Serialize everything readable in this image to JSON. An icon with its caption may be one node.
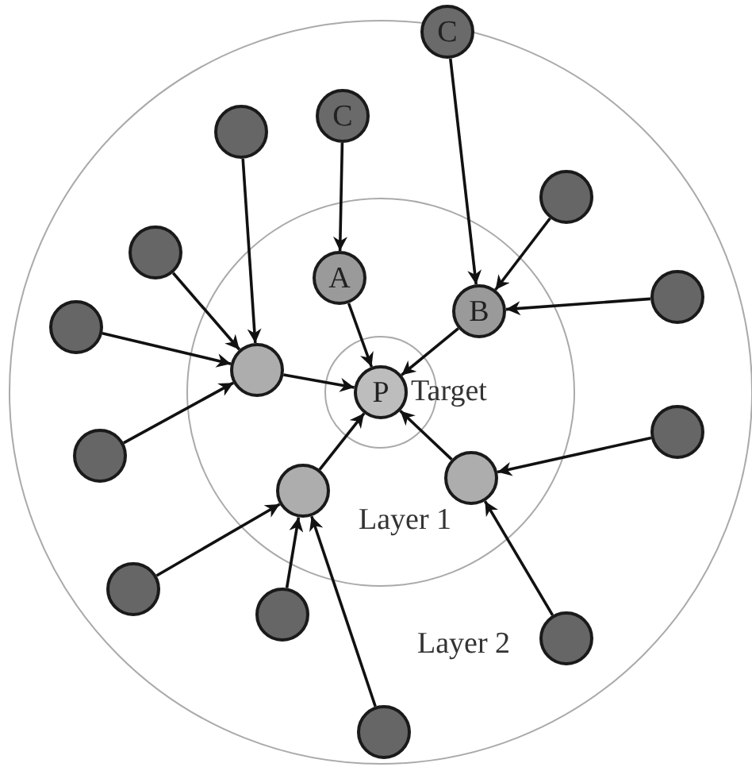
{
  "diagram": {
    "nodes": [
      {
        "text": [
          "P"
        ],
        "beside": [
          "Target"
        ]
      },
      {
        "text": [
          "A"
        ]
      },
      {
        "text": [
          "B"
        ]
      },
      {
        "text": [
          "C"
        ]
      },
      {
        "text": [
          "C"
        ]
      },
      {
        "text": [],
        "shape": "circle"
      },
      {
        "text": [],
        "shape": "circle"
      },
      {
        "text": [],
        "shape": "circle"
      },
      {
        "text": [],
        "shape": "circle"
      },
      {
        "text": [],
        "shape": "circle"
      },
      {
        "text": [],
        "shape": "circle"
      },
      {
        "text": [],
        "shape": "circle"
      },
      {
        "text": [],
        "shape": "circle"
      },
      {
        "text": [],
        "shape": "circle"
      },
      {
        "text": [],
        "shape": "circle"
      },
      {
        "text": [],
        "shape": "circle"
      },
      {
        "text": [],
        "shape": "circle"
      },
      {
        "text": [],
        "shape": "circle"
      },
      {
        "text": [],
        "shape": "circle"
      }
    ],
    "edges": [
      {
        "from": 3,
        "to": 1,
        "arrow": "to"
      },
      {
        "from": 1,
        "to": 0,
        "arrow": "to"
      },
      {
        "from": 4,
        "to": 2,
        "arrow": "to"
      },
      {
        "from": 9,
        "to": 2,
        "arrow": "to"
      },
      {
        "from": 11,
        "to": 2,
        "arrow": "to"
      },
      {
        "from": 2,
        "to": 0,
        "arrow": "to"
      },
      {
        "from": 8,
        "to": 5,
        "arrow": "to"
      },
      {
        "from": 10,
        "to": 5,
        "arrow": "to"
      },
      {
        "from": 12,
        "to": 5,
        "arrow": "to"
      },
      {
        "from": 14,
        "to": 5,
        "arrow": "to"
      },
      {
        "from": 5,
        "to": 0,
        "arrow": "to"
      },
      {
        "from": 15,
        "to": 7,
        "arrow": "to"
      },
      {
        "from": 16,
        "to": 7,
        "arrow": "to"
      },
      {
        "from": 18,
        "to": 7,
        "arrow": "to"
      },
      {
        "from": 7,
        "to": 0,
        "arrow": "to"
      },
      {
        "from": 13,
        "to": 6,
        "arrow": "to"
      },
      {
        "from": 17,
        "to": 6,
        "arrow": "to"
      },
      {
        "from": 6,
        "to": 0,
        "arrow": "to"
      }
    ],
    "labels": [
      "Layer 1",
      "Layer 2"
    ]
  }
}
